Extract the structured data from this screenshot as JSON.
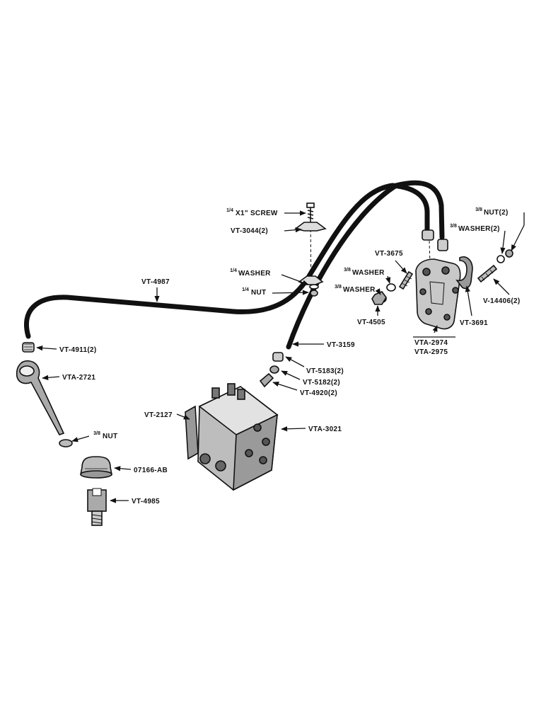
{
  "labels": {
    "screw": "X1\" SCREW",
    "screw_frac": "1/4",
    "vt3044": "VT-3044(2)",
    "washer_quarter": "WASHER",
    "washer_quarter_frac": "1/4",
    "nut_quarter": "NUT",
    "nut_quarter_frac": "1/4",
    "vt4987": "VT-4987",
    "vt4911": "VT-4911(2)",
    "vta2721": "VTA-2721",
    "nut_left": "NUT",
    "nut_left_frac": "3/8",
    "vt3675": "VT-3675",
    "washer_a": "WASHER",
    "washer_a_frac": "3/8",
    "washer_b": "WASHER",
    "washer_b_frac": "3/8",
    "vt4505": "VT-4505",
    "nut_right": "NUT(2)",
    "nut_right_frac": "3/8",
    "washer_right": "WASHER(2)",
    "washer_right_frac": "3/8",
    "v14406": "V-14406(2)",
    "vt3691": "VT-3691",
    "vta2974": "VTA-2974",
    "vta2975": "VTA-2975",
    "vt3159": "VT-3159",
    "vt5183": "VT-5183(2)",
    "vt5182": "VT-5182(2)",
    "vt4920": "VT-4920(2)",
    "vt2127": "VT-2127",
    "vta3021": "VTA-3021",
    "p07166": "07166-AB",
    "vt4985": "VT-4985"
  }
}
